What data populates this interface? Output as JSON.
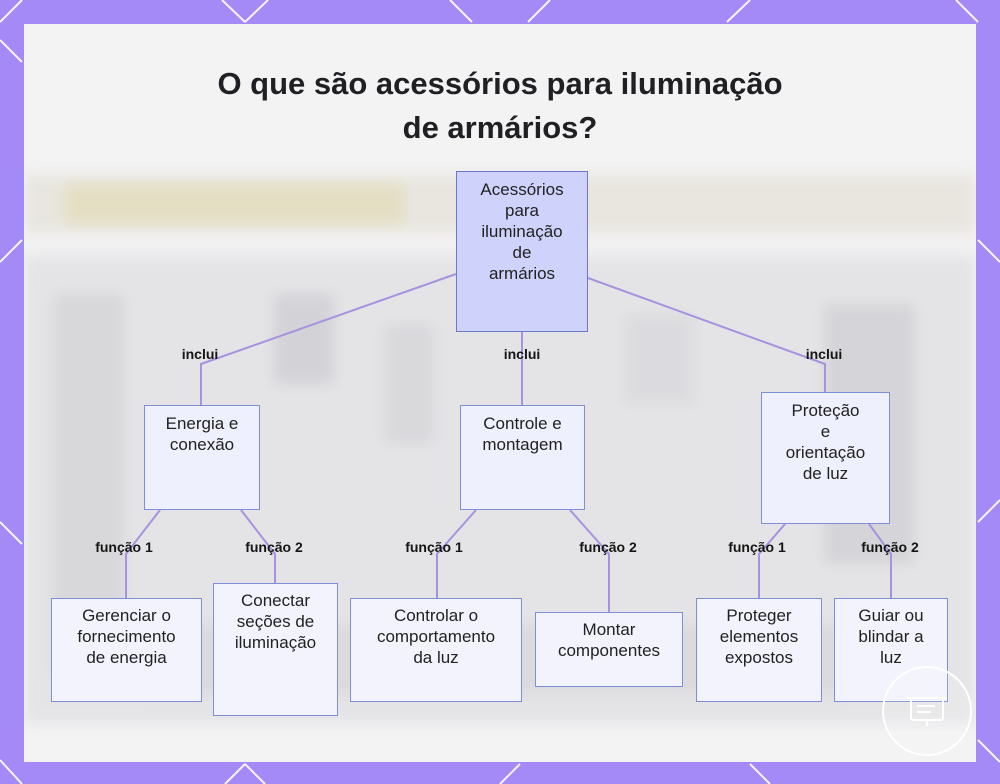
{
  "title": {
    "line1": "O que são acessórios para iluminação",
    "line2": "de armários?"
  },
  "colors": {
    "frame": "#a38af7",
    "card": "#f3f3f4",
    "connector": "#a792e0",
    "node_border": "#7f8fd6",
    "root_fill": "#cfd3fb",
    "node_fill": "#eef0fd"
  },
  "root": {
    "lines": [
      "Acessórios",
      "para",
      "iluminação",
      "de",
      "armários"
    ]
  },
  "categories": [
    {
      "edge_label": "inclui",
      "lines": [
        "Energia e",
        "conexão"
      ],
      "children": [
        {
          "edge_label": "função 1",
          "lines": [
            "Gerenciar o",
            "fornecimento",
            "de energia"
          ]
        },
        {
          "edge_label": "função 2",
          "lines": [
            "Conectar",
            "seções de",
            "iluminação"
          ]
        }
      ]
    },
    {
      "edge_label": "inclui",
      "lines": [
        "Controle e",
        "montagem"
      ],
      "children": [
        {
          "edge_label": "função 1",
          "lines": [
            "Controlar o",
            "comportamento",
            "da luz"
          ]
        },
        {
          "edge_label": "função 2",
          "lines": [
            "Montar",
            "componentes"
          ]
        }
      ]
    },
    {
      "edge_label": "inclui",
      "lines": [
        "Proteção",
        "e",
        "orientação",
        "de luz"
      ],
      "children": [
        {
          "edge_label": "função 1",
          "lines": [
            "Proteger",
            "elementos",
            "expostos"
          ]
        },
        {
          "edge_label": "função 2",
          "lines": [
            "Guiar ou",
            "blindar a",
            "luz"
          ]
        }
      ]
    }
  ],
  "badge": {
    "icon": "presentation-icon"
  }
}
